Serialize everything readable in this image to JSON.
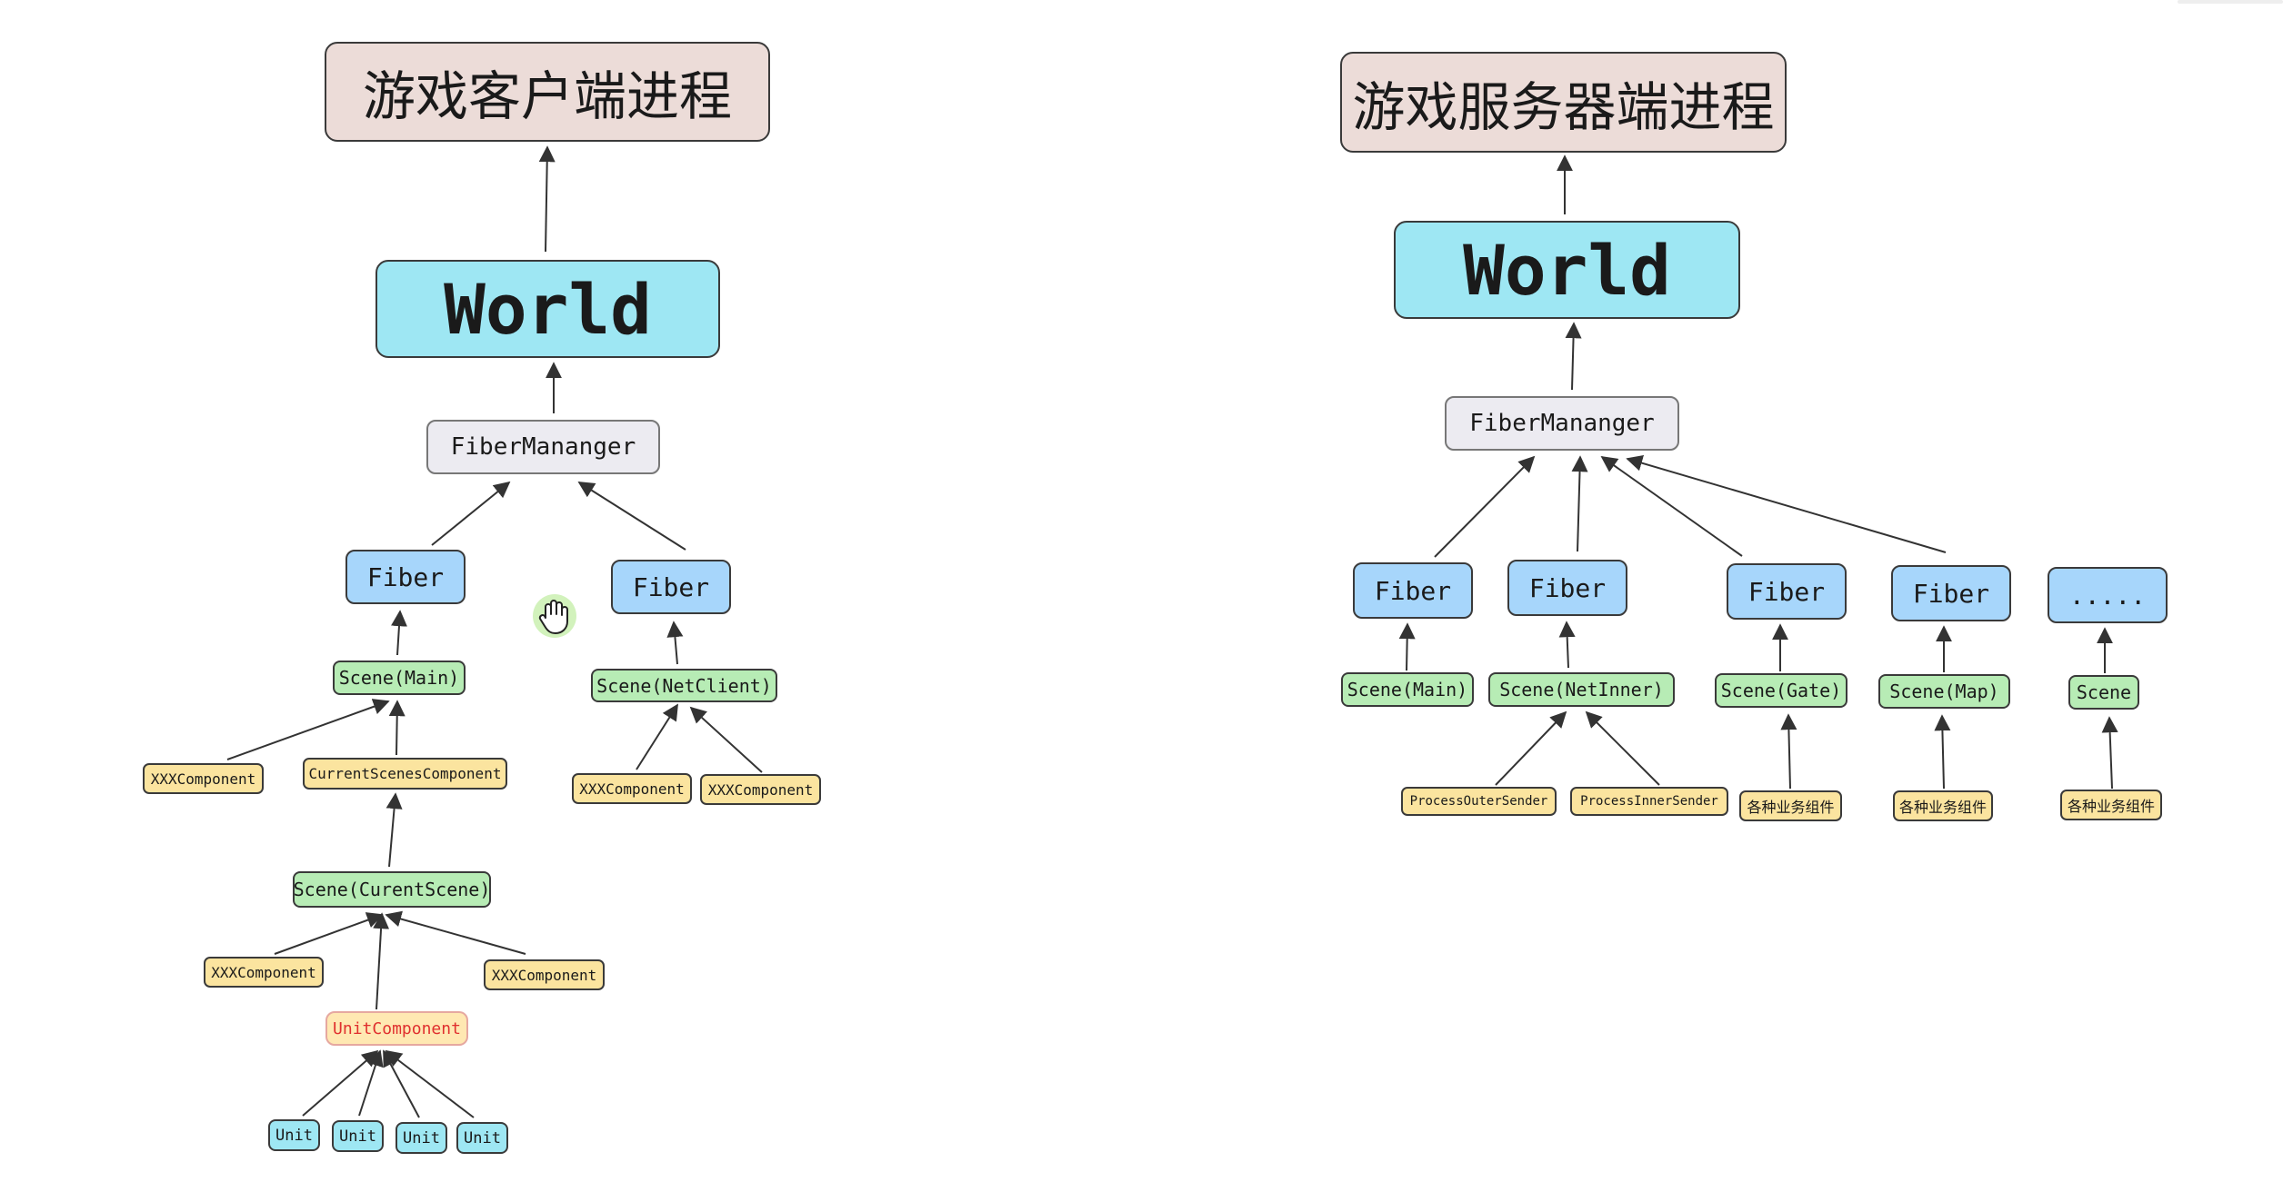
{
  "client": {
    "process_label": "游戏客户端进程",
    "world_label": "World",
    "manager_label": "FiberMananger",
    "fiber_label": "Fiber",
    "scene_main": "Scene(Main)",
    "scene_netclient": "Scene(NetClient)",
    "scene_curentscene": "Scene(CurentScene)",
    "xxx_component": "XXXComponent",
    "current_scenes_component": "CurrentScenesComponent",
    "unit_component": "UnitComponent",
    "unit_label": "Unit"
  },
  "server": {
    "process_label": "游戏服务器端进程",
    "world_label": "World",
    "manager_label": "FiberMananger",
    "fiber_label": "Fiber",
    "fiber_more": ".....",
    "scene_main": "Scene(Main)",
    "scene_netinner": "Scene(NetInner)",
    "scene_gate": "Scene(Gate)",
    "scene_map": "Scene(Map)",
    "scene_plain": "Scene",
    "process_outer_sender": "ProcessOuterSender",
    "process_inner_sender": "ProcessInnerSender",
    "business_components": "各种业务组件"
  },
  "colors": {
    "process": "#ecdcd8",
    "world": "#9ee7f3",
    "manager": "#ecebf1",
    "fiber": "#a7d6fb",
    "scene": "#b7ecb5",
    "component": "#fbe49f",
    "unit_component_text": "#e0302f",
    "cursor_glow": "#9be36b"
  },
  "icons": {
    "cursor": "hand-grab-cursor-icon"
  }
}
